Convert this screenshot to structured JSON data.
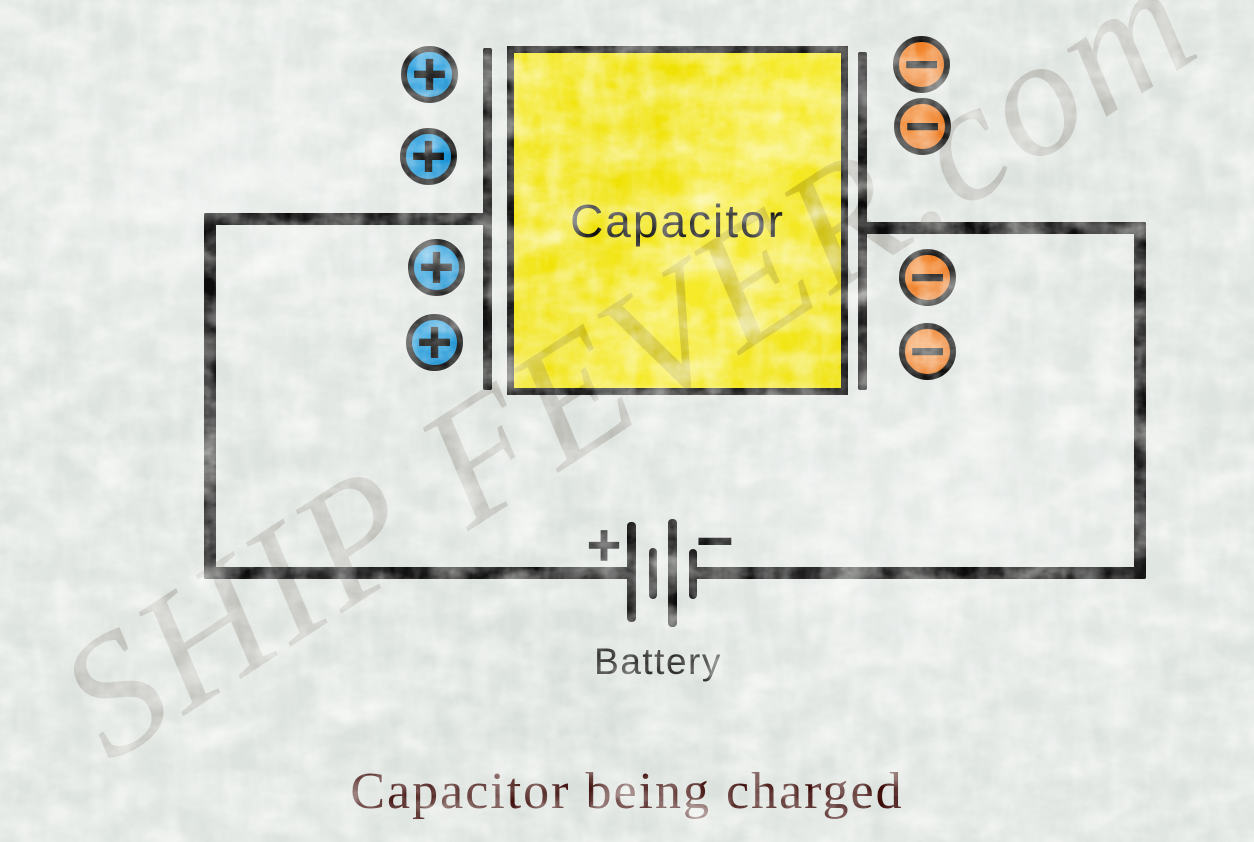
{
  "diagram": {
    "caption": "Capacitor being charged",
    "watermark": "SHIP FEVER.com",
    "capacitor": {
      "label": "Capacitor"
    },
    "battery": {
      "label": "Battery",
      "positive_sign": "+",
      "negative_sign": "−"
    },
    "charges": {
      "positive": {
        "symbol": "+",
        "count": 4,
        "side": "left-plate"
      },
      "negative": {
        "symbol": "−",
        "count": 4,
        "side": "right-plate"
      }
    },
    "colors": {
      "capacitor_fill": "#f2e408",
      "positive_charge": "#1e97d8",
      "negative_charge": "#ee7b20",
      "wire": "#0d0d0d",
      "caption_text": "#3d0b08",
      "watermark_text": "#8a7f76",
      "background": "#dde3df"
    }
  }
}
